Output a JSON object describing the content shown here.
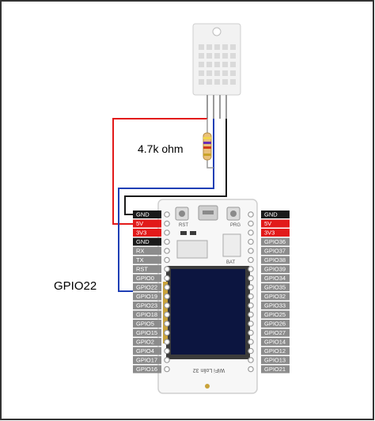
{
  "annotations": {
    "resistor_label": "4.7k ohm",
    "gpio_label": "GPIO22"
  },
  "board": {
    "name_label": "WiFi Lolin 32",
    "bat_label": "BAT",
    "rst_label": "RST",
    "prg_label": "PRG"
  },
  "left_header": [
    {
      "label": "GND",
      "kind": "gnd"
    },
    {
      "label": "5V",
      "kind": "power"
    },
    {
      "label": "3V3",
      "kind": "power"
    },
    {
      "label": "GND",
      "kind": "gnd"
    },
    {
      "label": "RX",
      "kind": "io"
    },
    {
      "label": "TX",
      "kind": "io"
    },
    {
      "label": "RST",
      "kind": "io"
    },
    {
      "label": "GPIO0",
      "kind": "io"
    },
    {
      "label": "GPIO22",
      "kind": "io"
    },
    {
      "label": "GPIO19",
      "kind": "io"
    },
    {
      "label": "GPIO23",
      "kind": "io"
    },
    {
      "label": "GPIO18",
      "kind": "io"
    },
    {
      "label": "GPIO5",
      "kind": "io"
    },
    {
      "label": "GPIO15",
      "kind": "io"
    },
    {
      "label": "GPIO2",
      "kind": "io"
    },
    {
      "label": "GPIO4",
      "kind": "io"
    },
    {
      "label": "GPIO17",
      "kind": "io"
    },
    {
      "label": "GPIO16",
      "kind": "io"
    }
  ],
  "right_header": [
    {
      "label": "GND",
      "kind": "gnd"
    },
    {
      "label": "5V",
      "kind": "power"
    },
    {
      "label": "3V3",
      "kind": "power"
    },
    {
      "label": "GPIO36",
      "kind": "io"
    },
    {
      "label": "GPIO37",
      "kind": "io"
    },
    {
      "label": "GPIO38",
      "kind": "io"
    },
    {
      "label": "GPIO39",
      "kind": "io"
    },
    {
      "label": "GPIO34",
      "kind": "io"
    },
    {
      "label": "GPIO35",
      "kind": "io"
    },
    {
      "label": "GPIO32",
      "kind": "io"
    },
    {
      "label": "GPIO33",
      "kind": "io"
    },
    {
      "label": "GPIO25",
      "kind": "io"
    },
    {
      "label": "GPIO26",
      "kind": "io"
    },
    {
      "label": "GPIO27",
      "kind": "io"
    },
    {
      "label": "GPIO14",
      "kind": "io"
    },
    {
      "label": "GPIO12",
      "kind": "io"
    },
    {
      "label": "GPIO13",
      "kind": "io"
    },
    {
      "label": "GPIO21",
      "kind": "io"
    }
  ],
  "colors": {
    "gnd": "#1a1a1a",
    "power": "#e21a1a",
    "io": "#8c8c8c",
    "wire_power": "#e21a1a",
    "wire_gnd": "#1a1a1a",
    "wire_data": "#1f3fb5"
  }
}
